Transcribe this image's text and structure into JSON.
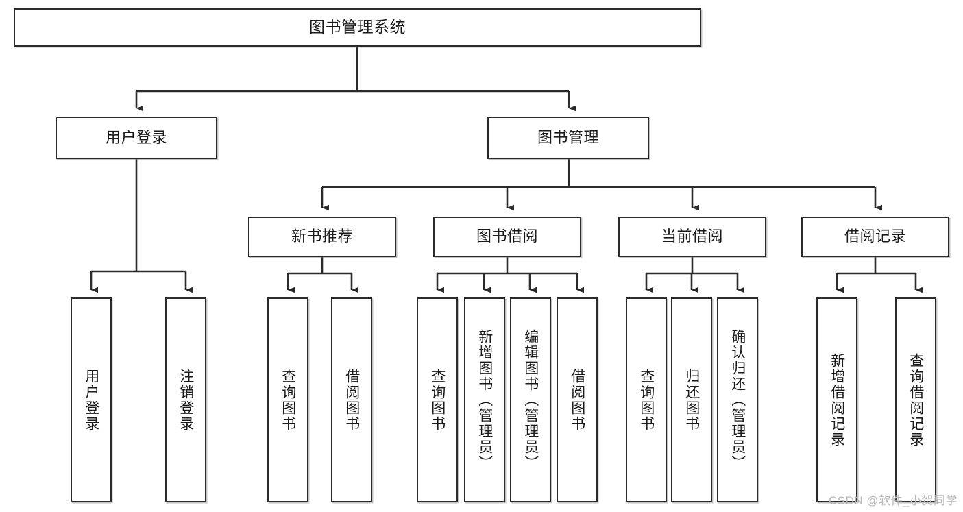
{
  "diagram": {
    "type": "hierarchy-tree",
    "title": "图书管理系统",
    "watermark": "CSDN @软件_小贺同学",
    "colors": {
      "stroke": "#2b2b2b",
      "fill": "#ffffff",
      "text": "#1a1a1a",
      "watermark": "#b8b8b8"
    },
    "nodes": {
      "root": {
        "label": "图书管理系统"
      },
      "level2": [
        {
          "id": "user-login",
          "label": "用户登录"
        },
        {
          "id": "book-management",
          "label": "图书管理"
        }
      ],
      "level3": [
        {
          "id": "new-book-recommend",
          "label": "新书推荐"
        },
        {
          "id": "book-borrow",
          "label": "图书借阅"
        },
        {
          "id": "current-borrow",
          "label": "当前借阅"
        },
        {
          "id": "borrow-record",
          "label": "借阅记录"
        }
      ],
      "leaves": {
        "user-login": [
          {
            "id": "leaf-user-login",
            "label": "用户登录"
          },
          {
            "id": "leaf-logout-login",
            "label": "注销登录"
          }
        ],
        "new-book-recommend": [
          {
            "id": "leaf-query-book-1",
            "label": "查询图书"
          },
          {
            "id": "leaf-borrow-book-1",
            "label": "借阅图书"
          }
        ],
        "book-borrow": [
          {
            "id": "leaf-query-book-2",
            "label": "查询图书"
          },
          {
            "id": "leaf-add-book",
            "label": "新增图书（管理员）"
          },
          {
            "id": "leaf-edit-book",
            "label": "编辑图书（管理员）"
          },
          {
            "id": "leaf-borrow-book-2",
            "label": "借阅图书"
          }
        ],
        "current-borrow": [
          {
            "id": "leaf-query-book-3",
            "label": "查询图书"
          },
          {
            "id": "leaf-return-book",
            "label": "归还图书"
          },
          {
            "id": "leaf-confirm-return",
            "label": "确认归还（管理员）"
          }
        ],
        "borrow-record": [
          {
            "id": "leaf-add-record",
            "label": "新增借阅记录"
          },
          {
            "id": "leaf-query-record",
            "label": "查询借阅记录"
          }
        ]
      }
    },
    "edges": [
      {
        "from": "图书管理系统",
        "to": "用户登录"
      },
      {
        "from": "图书管理系统",
        "to": "图书管理"
      },
      {
        "from": "图书管理",
        "to": "新书推荐"
      },
      {
        "from": "图书管理",
        "to": "图书借阅"
      },
      {
        "from": "图书管理",
        "to": "当前借阅"
      },
      {
        "from": "图书管理",
        "to": "借阅记录"
      },
      {
        "from": "用户登录",
        "to": "用户登录"
      },
      {
        "from": "用户登录",
        "to": "注销登录"
      },
      {
        "from": "新书推荐",
        "to": "查询图书"
      },
      {
        "from": "新书推荐",
        "to": "借阅图书"
      },
      {
        "from": "图书借阅",
        "to": "查询图书"
      },
      {
        "from": "图书借阅",
        "to": "新增图书（管理员）"
      },
      {
        "from": "图书借阅",
        "to": "编辑图书（管理员）"
      },
      {
        "from": "图书借阅",
        "to": "借阅图书"
      },
      {
        "from": "当前借阅",
        "to": "查询图书"
      },
      {
        "from": "当前借阅",
        "to": "归还图书"
      },
      {
        "from": "当前借阅",
        "to": "确认归还（管理员）"
      },
      {
        "from": "借阅记录",
        "to": "新增借阅记录"
      },
      {
        "from": "借阅记录",
        "to": "查询借阅记录"
      }
    ]
  }
}
